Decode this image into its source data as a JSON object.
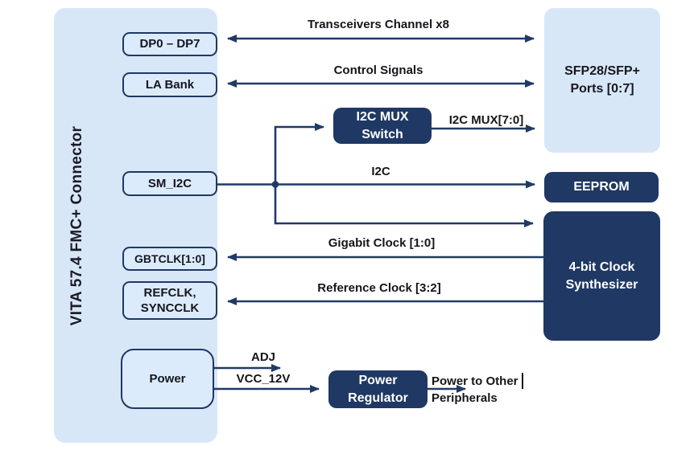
{
  "diagram_title": "VITA 57.4 FMC+ Connector block diagram",
  "colors": {
    "panel_fill": "#D8E7F8",
    "pin_fill": "#DCEBFB",
    "dark_block_fill": "#1F3864",
    "line_color": "#203A66",
    "dark_block_text": "#FFFFFF",
    "label_text": "#15151A"
  },
  "connector_panel": {
    "title": "VITA 57.4 FMC+ Connector"
  },
  "left_ports": {
    "dp": "DP0 – DP7",
    "la_bank": "LA Bank",
    "sm_i2c": "SM_I2C",
    "gbtclk": "GBTCLK[1:0]",
    "refclk_line1": "REFCLK,",
    "refclk_line2": "SYNCCLK",
    "power": "Power"
  },
  "blocks": {
    "sfp_line1": "SFP28/SFP+",
    "sfp_line2": "Ports [0:7]",
    "i2c_mux_line1": "I2C MUX",
    "i2c_mux_line2": "Switch",
    "eeprom": "EEPROM",
    "clock_synth_line1": "4-bit Clock",
    "clock_synth_line2": "Synthesizer",
    "power_reg_line1": "Power",
    "power_reg_line2": "Regulator"
  },
  "signals": {
    "transceivers": "Transceivers Channel x8",
    "control": "Control Signals",
    "i2c_mux_bus": "I2C MUX[7:0]",
    "i2c": "I2C",
    "gigabit_clock": "Gigabit Clock [1:0]",
    "reference_clock": "Reference Clock [3:2]",
    "adj": "ADJ",
    "vcc_12v": "VCC_12V",
    "power_out_line1": "Power to Other",
    "power_out_line2": "Peripherals"
  }
}
